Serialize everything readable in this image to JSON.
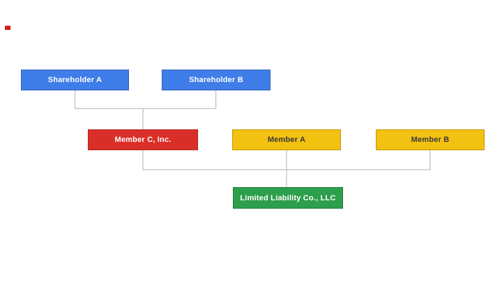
{
  "diagram": {
    "type": "org-structure-chart",
    "connector_color": "#c8c8c8",
    "marker_color": "#cc1f1a",
    "nodes": [
      {
        "id": "shareholder-a",
        "label": "Shareholder A",
        "color": "#3f7de8",
        "text_color": "#ffffff"
      },
      {
        "id": "shareholder-b",
        "label": "Shareholder B",
        "color": "#3f7de8",
        "text_color": "#ffffff"
      },
      {
        "id": "member-c",
        "label": "Member C, Inc.",
        "color": "#da2f28",
        "text_color": "#ffffff"
      },
      {
        "id": "member-a",
        "label": "Member A",
        "color": "#f2c111",
        "text_color": "#3a3a3a"
      },
      {
        "id": "member-b",
        "label": "Member B",
        "color": "#f2c111",
        "text_color": "#3a3a3a"
      },
      {
        "id": "llc",
        "label": "Limited Liability Co., LLC",
        "color": "#2d9e4b",
        "text_color": "#ffffff"
      }
    ],
    "edges": [
      {
        "from": "shareholder-a",
        "to": "member-c"
      },
      {
        "from": "shareholder-b",
        "to": "member-c"
      },
      {
        "from": "member-c",
        "to": "llc"
      },
      {
        "from": "member-a",
        "to": "llc"
      },
      {
        "from": "member-b",
        "to": "llc"
      }
    ]
  }
}
